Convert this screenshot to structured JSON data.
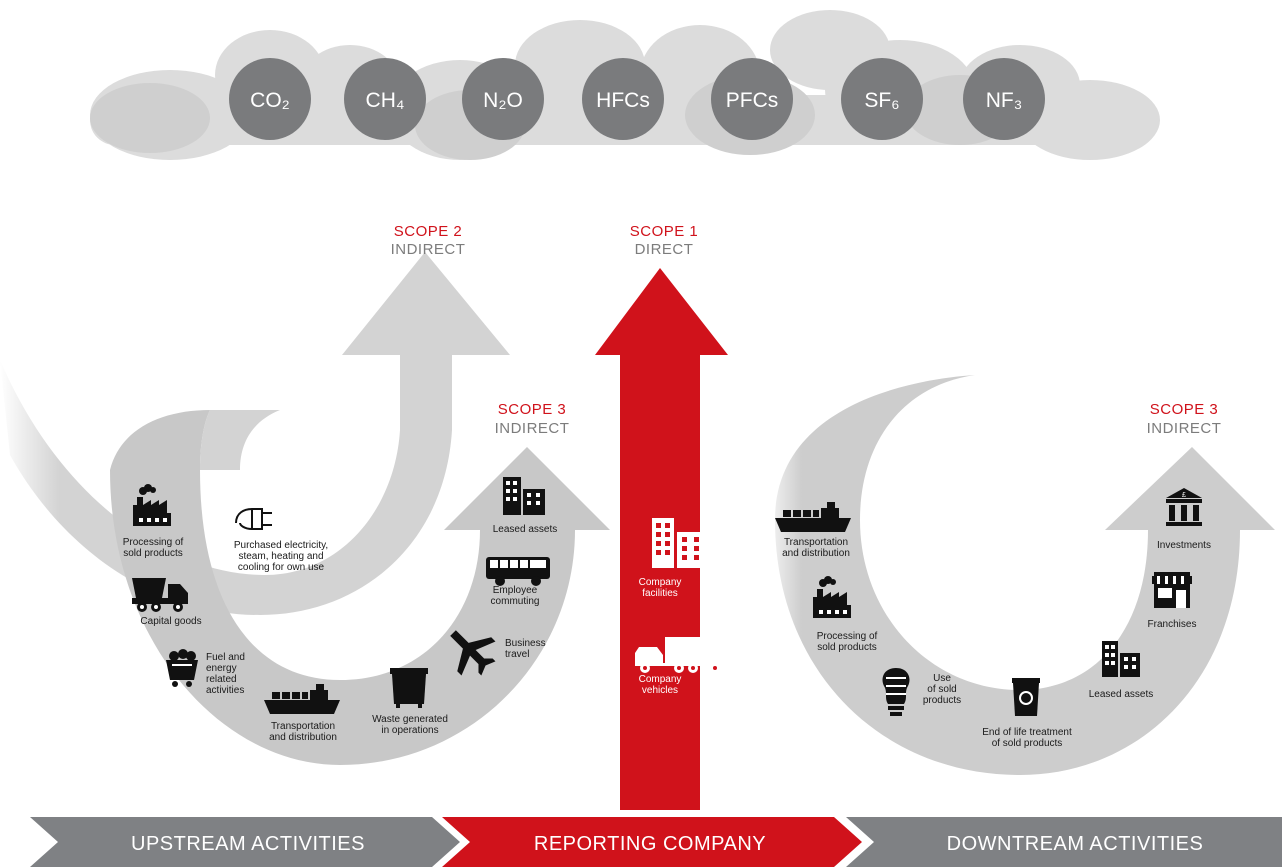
{
  "gases": [
    "CO₂",
    "CH₄",
    "N₂O",
    "HFCs",
    "PFCs",
    "SF₆",
    "NF₃"
  ],
  "scopes": {
    "scope2": {
      "title": "SCOPE 2",
      "subtitle": "INDIRECT"
    },
    "scope1": {
      "title": "SCOPE 1",
      "subtitle": "DIRECT"
    },
    "scope3_upstream": {
      "title": "SCOPE 3",
      "subtitle": "INDIRECT"
    },
    "scope3_downstream": {
      "title": "SCOPE 3",
      "subtitle": "INDIRECT"
    }
  },
  "scope2_items": {
    "electricity": [
      "Purchased electricity,",
      "steam, heating and",
      "cooling for own use"
    ]
  },
  "upstream_items": {
    "processing": [
      "Processing of",
      "sold products"
    ],
    "capital": [
      "Capital goods"
    ],
    "fuel": [
      "Fuel and",
      "energy",
      "related",
      "activities"
    ],
    "transport": [
      "Transportation",
      "and distribution"
    ],
    "waste": [
      "Waste generated",
      "in operations"
    ],
    "travel": [
      "Business",
      "travel"
    ],
    "commuting": [
      "Employee",
      "commuting"
    ],
    "leased": [
      "Leased assets"
    ]
  },
  "scope1_items": {
    "facilities": [
      "Company",
      "facilities"
    ],
    "vehicles": [
      "Company",
      "vehicles"
    ]
  },
  "downstream_items": {
    "transport": [
      "Transportation",
      "and distribution"
    ],
    "processing": [
      "Processing of",
      "sold products"
    ],
    "use": [
      "Use",
      "of sold",
      "products"
    ],
    "eol": [
      "End of life treatment",
      "of sold products"
    ],
    "leased": [
      "Leased assets"
    ],
    "franchises": [
      "Franchises"
    ],
    "investments": [
      "Investments"
    ]
  },
  "bands": {
    "upstream": "UPSTREAM ACTIVITIES",
    "reporting": "REPORTING COMPANY",
    "downstream": "DOWNTREAM ACTIVITIES"
  },
  "colors": {
    "red": "#d0121b",
    "grey_band": "#7f8184",
    "cloud": "#d2d2d2",
    "gas_circle": "#7a7b7d"
  }
}
